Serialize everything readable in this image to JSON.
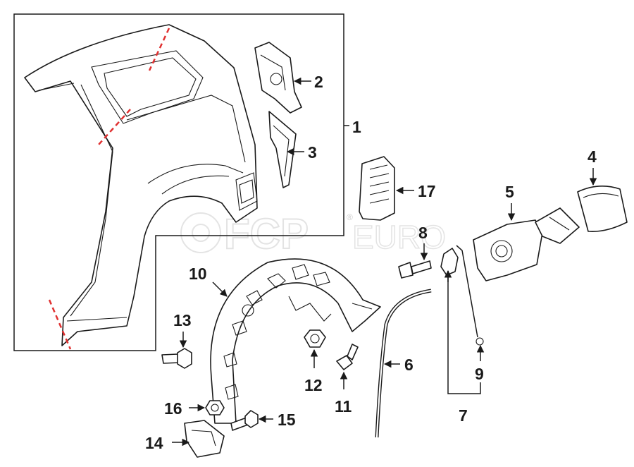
{
  "watermark": {
    "brand_a": "FCP",
    "brand_b": "EURO",
    "registered": "®"
  },
  "callouts": {
    "c1": "1",
    "c2": "2",
    "c3": "3",
    "c4": "4",
    "c5": "5",
    "c6": "6",
    "c7": "7",
    "c8": "8",
    "c9": "9",
    "c10": "10",
    "c11": "11",
    "c12": "12",
    "c13": "13",
    "c14": "14",
    "c15": "15",
    "c16": "16",
    "c17": "17"
  },
  "colors": {
    "line": "#1a1a1a",
    "cut_line": "#e03030",
    "watermark": "#d8d8d8"
  }
}
